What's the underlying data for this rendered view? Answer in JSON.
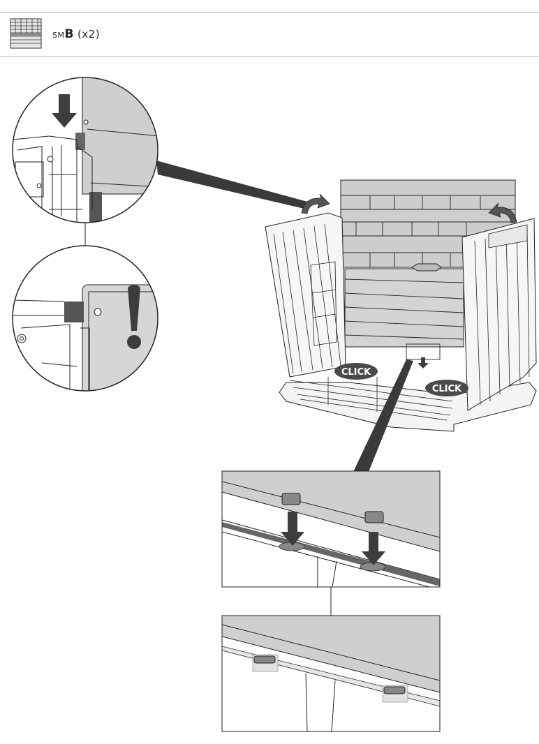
{
  "part": {
    "icon": "panel-part-icon",
    "prefix": "SM",
    "code": "B",
    "quantity": "(x2)"
  },
  "callouts": {
    "click_left": "CLICK",
    "click_right": "CLICK"
  },
  "colors": {
    "panel_fill": "#cfcfcf",
    "dark_callout": "#4a4a4a",
    "line": "#222222",
    "arrow": "#3d3d3d"
  }
}
